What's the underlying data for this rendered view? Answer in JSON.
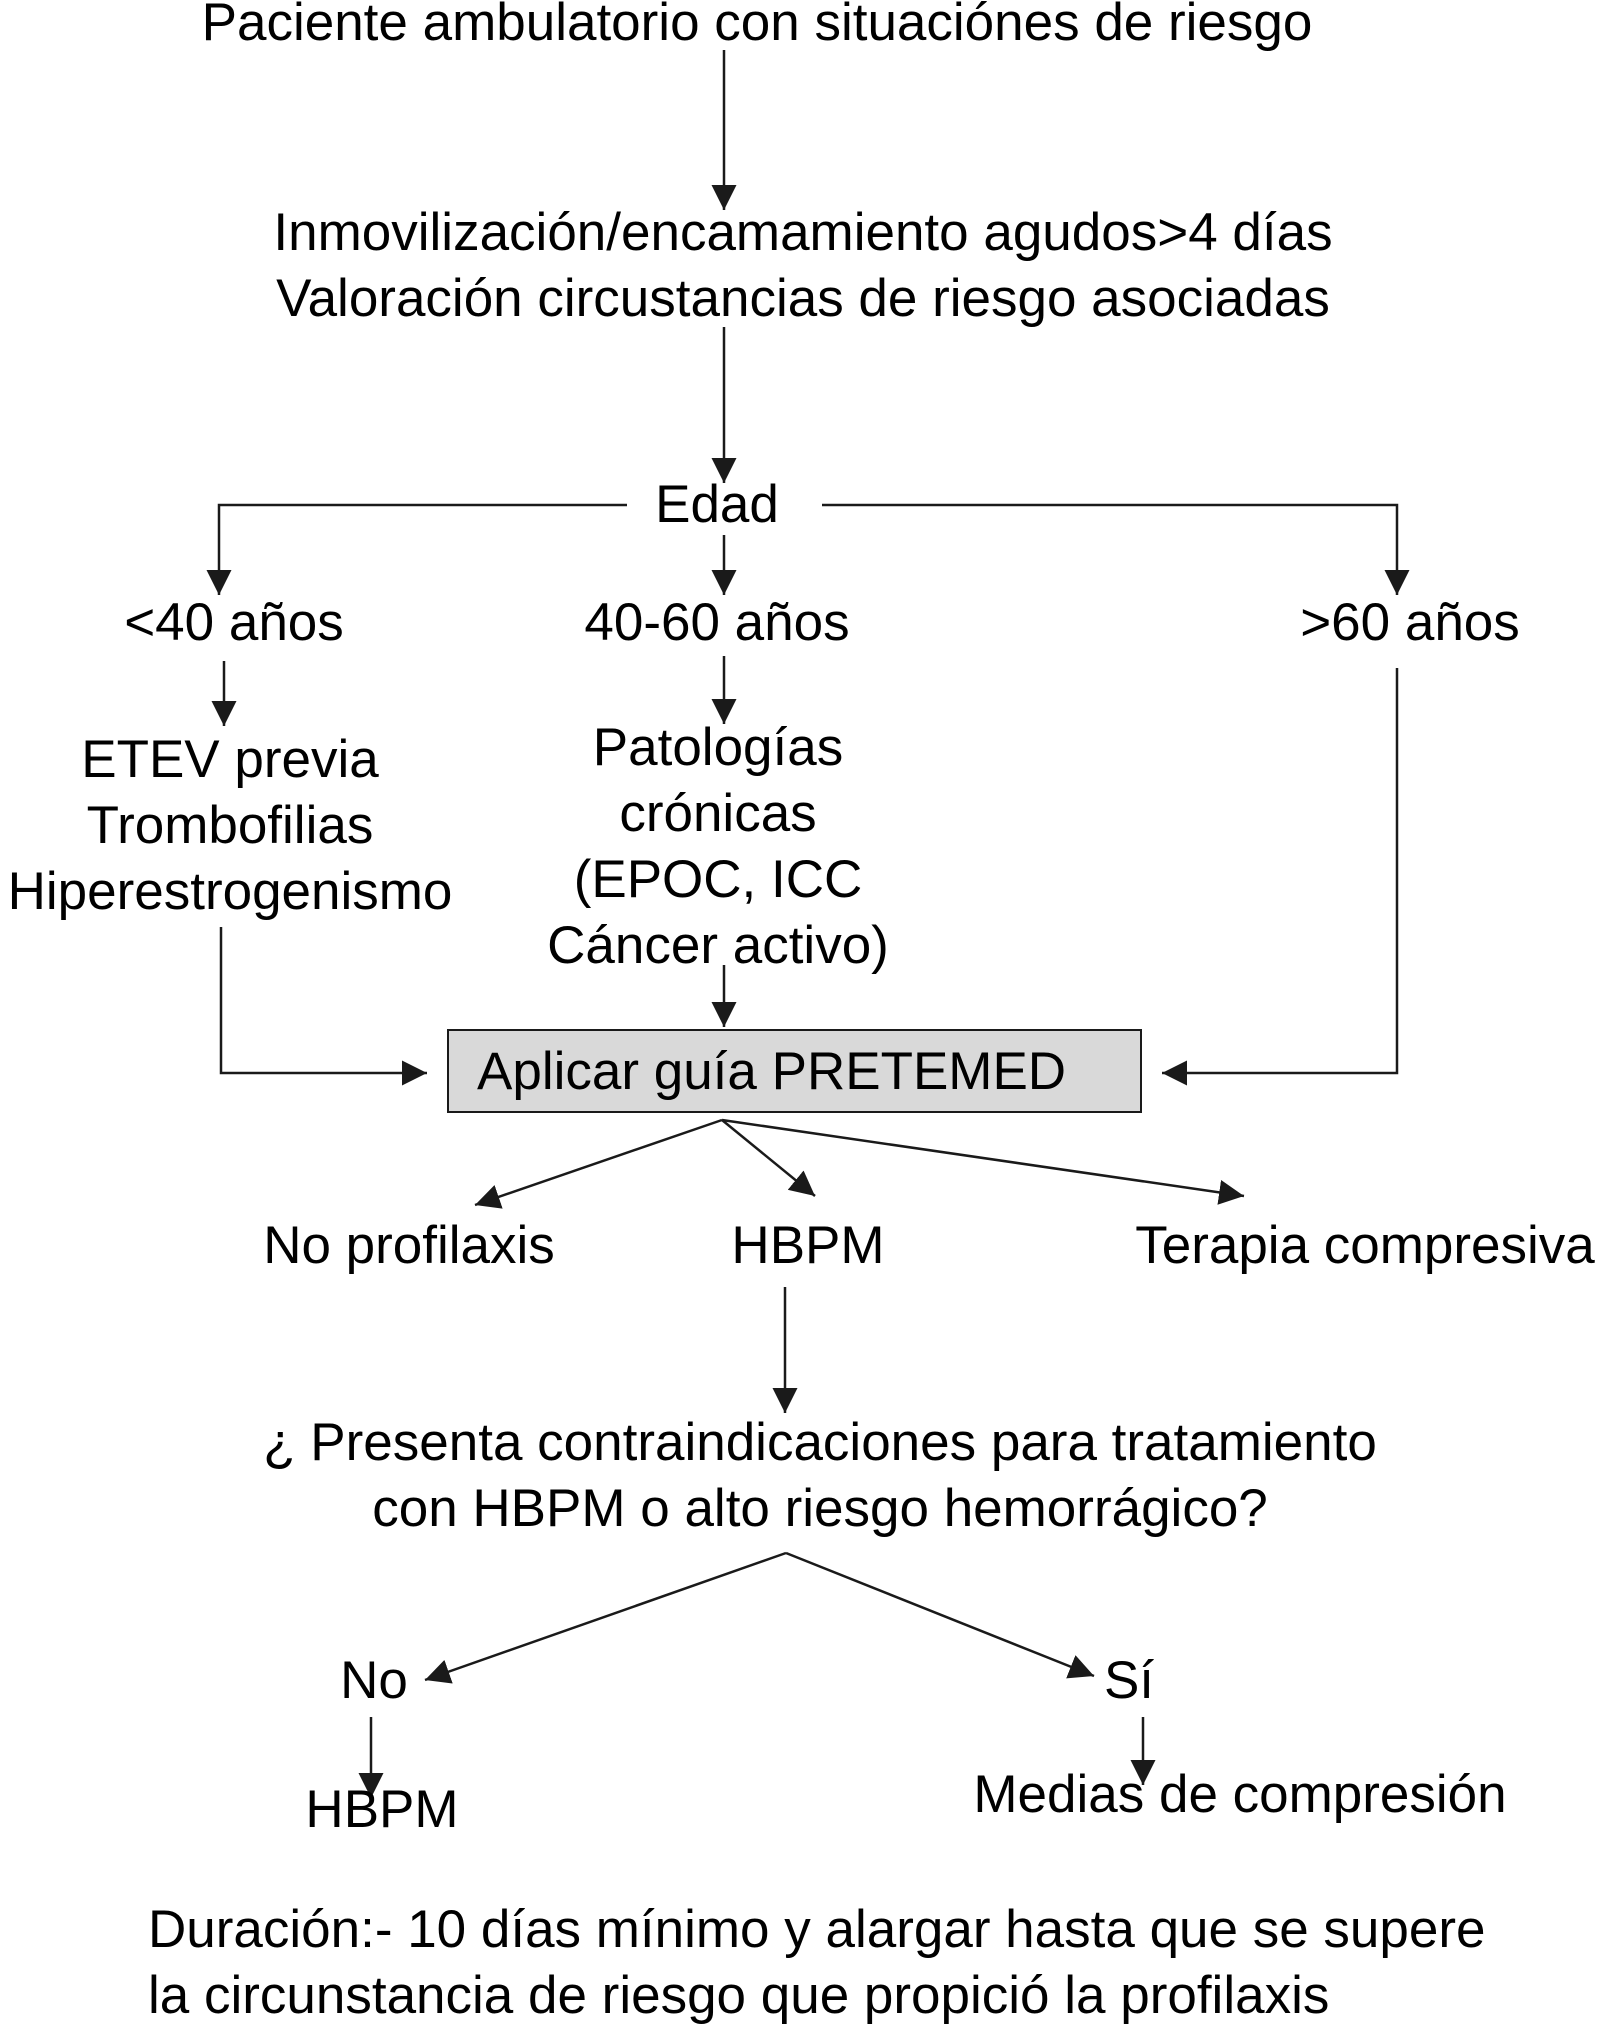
{
  "nodes": {
    "patient": "Paciente ambulatorio con situaciónes de riesgo",
    "immobilization": [
      "Inmovilización/encamamiento agudos>4 días",
      "Valoración circustancias de riesgo asociadas"
    ],
    "age": "Edad",
    "age_lt40": "<40 años",
    "age_40_60": "40-60 años",
    "age_gt60": ">60 años",
    "risks_lt40": [
      "ETEV previa",
      "Trombofilias",
      "Hiperestrogenismo"
    ],
    "risks_40_60": [
      "Patologías",
      "crónicas",
      "(EPOC, ICC",
      "Cáncer activo)"
    ],
    "guide": "Aplicar guía PRETEMED",
    "no_prophylaxis": "No profilaxis",
    "hbpm": "HBPM",
    "compression_therapy": "Terapia compresiva",
    "question": [
      "¿ Presenta contraindicaciones para tratamiento",
      "con HBPM o alto riesgo hemorrágico?"
    ],
    "answer_no": "No",
    "answer_yes": "Sí",
    "hbpm_final": "HBPM",
    "compression_stockings": "Medias de compresión"
  },
  "footer": [
    "Duración:- 10 días mínimo y alargar hasta que se supere",
    "la circunstancia de riesgo que propició la profilaxis"
  ],
  "colors": {
    "line": "#1a1a1a",
    "box_fill": "#d9d9d9",
    "text": "#000000"
  }
}
